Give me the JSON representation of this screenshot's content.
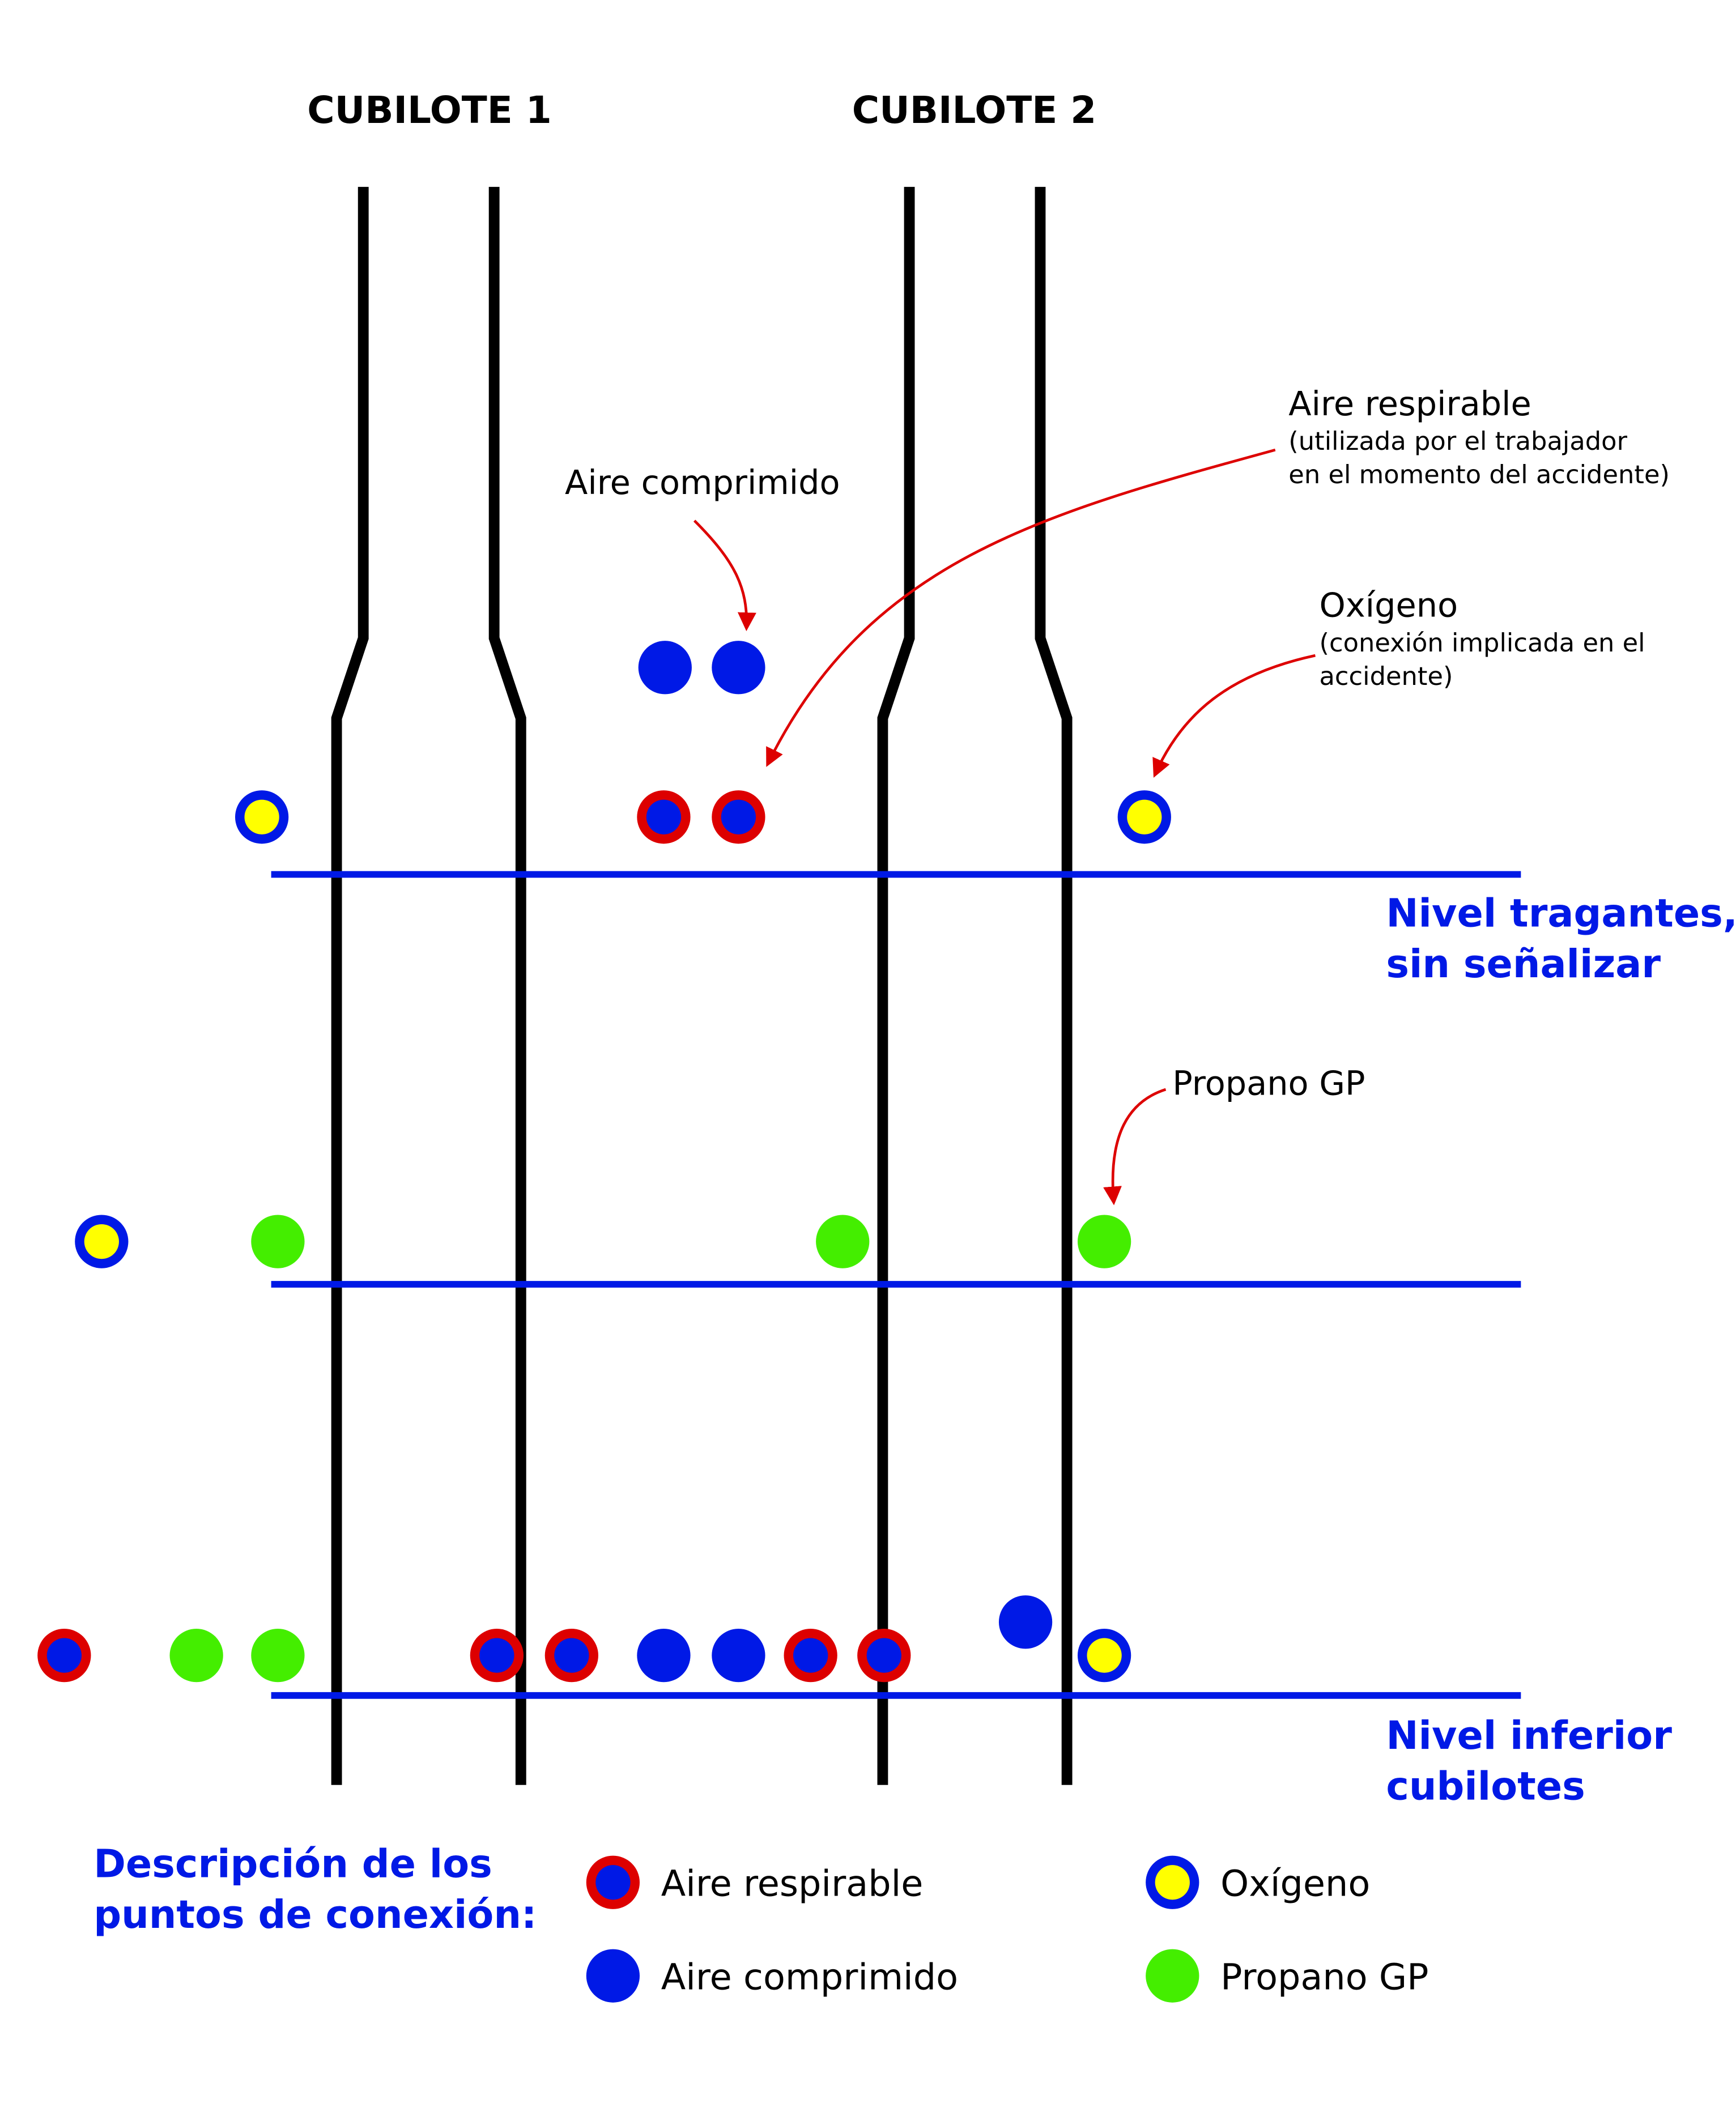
{
  "colors": {
    "blue": "#0019e6",
    "red": "#dd0000",
    "yellow": "#ffff00",
    "green": "#44ee00",
    "black": "#000000"
  },
  "furnaces": [
    {
      "id": "cubilote-1",
      "label": "CUBILOTE 1"
    },
    {
      "id": "cubilote-2",
      "label": "CUBILOTE 2"
    }
  ],
  "levels": [
    {
      "id": "nivel-tragantes",
      "label_lines": [
        "Nivel tragantes,",
        "sin señalizar"
      ]
    },
    {
      "id": "nivel-intermedio",
      "label_lines": []
    },
    {
      "id": "nivel-inferior",
      "label_lines": [
        "Nivel inferior",
        "cubilotes"
      ]
    }
  ],
  "annotations": {
    "aire_comprimido": {
      "title": "Aire comprimido"
    },
    "aire_respirable": {
      "title": "Aire respirable",
      "lines": [
        "(utilizada por el trabajador",
        "en el momento del accidente)"
      ]
    },
    "oxigeno": {
      "title": "Oxígeno",
      "lines": [
        "(conexión implicada en el",
        "accidente)"
      ]
    },
    "propano": {
      "title": "Propano GP"
    }
  },
  "legend": {
    "title_lines": [
      "Descripción de los",
      "puntos de conexión:"
    ],
    "items": [
      {
        "type": "aire_respirable",
        "label": "Aire respirable"
      },
      {
        "type": "oxigeno",
        "label": "Oxígeno"
      },
      {
        "type": "aire_comprimido",
        "label": "Aire comprimido"
      },
      {
        "type": "propano",
        "label": "Propano GP"
      }
    ]
  },
  "connection_points": [
    {
      "type": "aire_comprimido",
      "level": "top-upper"
    },
    {
      "type": "aire_comprimido",
      "level": "top-upper"
    },
    {
      "type": "oxigeno",
      "level": "nivel-tragantes"
    },
    {
      "type": "aire_respirable",
      "level": "nivel-tragantes"
    },
    {
      "type": "aire_respirable",
      "level": "nivel-tragantes"
    },
    {
      "type": "oxigeno",
      "level": "nivel-tragantes"
    },
    {
      "type": "oxigeno",
      "level": "nivel-intermedio"
    },
    {
      "type": "propano",
      "level": "nivel-intermedio"
    },
    {
      "type": "propano",
      "level": "nivel-intermedio"
    },
    {
      "type": "propano",
      "level": "nivel-intermedio"
    },
    {
      "type": "aire_respirable",
      "level": "nivel-inferior"
    },
    {
      "type": "propano",
      "level": "nivel-inferior"
    },
    {
      "type": "propano",
      "level": "nivel-inferior"
    },
    {
      "type": "aire_respirable",
      "level": "nivel-inferior"
    },
    {
      "type": "aire_respirable",
      "level": "nivel-inferior"
    },
    {
      "type": "aire_comprimido",
      "level": "nivel-inferior"
    },
    {
      "type": "aire_comprimido",
      "level": "nivel-inferior"
    },
    {
      "type": "aire_respirable",
      "level": "nivel-inferior"
    },
    {
      "type": "aire_respirable",
      "level": "nivel-inferior"
    },
    {
      "type": "aire_comprimido",
      "level": "nivel-inferior"
    },
    {
      "type": "oxigeno",
      "level": "nivel-inferior"
    }
  ]
}
